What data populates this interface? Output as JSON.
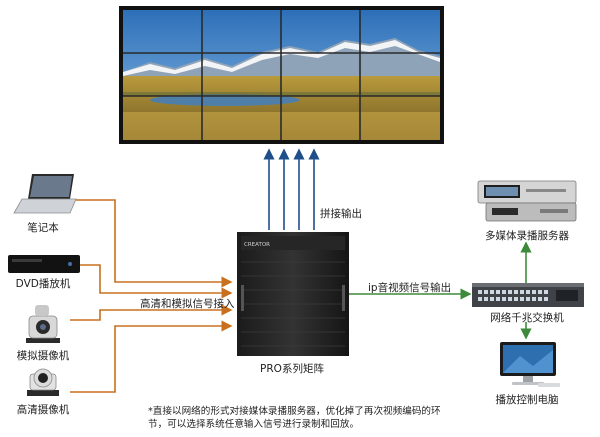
{
  "devices": {
    "laptop": "笔记本",
    "dvd": "DVD播放机",
    "analog_camera": "模拟摄像机",
    "hd_camera": "高清摄像机",
    "matrix": "PRO系列矩阵",
    "matrix_brand": "CREATOR",
    "media_server": "多媒体录播服务器",
    "gigabit_switch": "网络千兆交换机",
    "control_pc": "播放控制电脑"
  },
  "links": {
    "stitch_output": "拼接输出",
    "hd_analog_input": "高清和模拟信号接入",
    "ip_av_output": "ip音视频信号输出"
  },
  "note": "*直接以网络的形式对接媒体录播服务器，优化掉了再次视频编码的环节，可以选择系统任意输入信号进行录制和回放。",
  "colors": {
    "input_line": "#c8701e",
    "output_line": "#1e4f8a",
    "network_line": "#3c8a3a"
  }
}
